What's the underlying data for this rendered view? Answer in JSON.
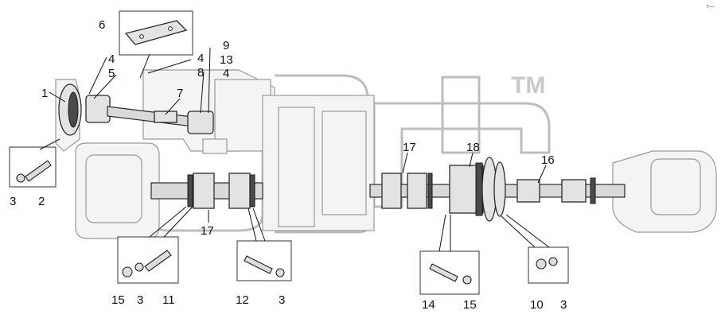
{
  "watermark": "TM",
  "corner_mark": "r—",
  "callouts": [
    {
      "id": "c1",
      "text": "1"
    },
    {
      "id": "c2",
      "text": "2"
    },
    {
      "id": "c3a",
      "text": "3"
    },
    {
      "id": "c4a",
      "text": "4"
    },
    {
      "id": "c5",
      "text": "5"
    },
    {
      "id": "c6",
      "text": "6"
    },
    {
      "id": "c4b",
      "text": "4"
    },
    {
      "id": "c8",
      "text": "8"
    },
    {
      "id": "c9",
      "text": "9"
    },
    {
      "id": "c13",
      "text": "13"
    },
    {
      "id": "c4c",
      "text": "4"
    },
    {
      "id": "c7",
      "text": "7"
    },
    {
      "id": "c17a",
      "text": "17"
    },
    {
      "id": "c15a",
      "text": "15"
    },
    {
      "id": "c3b",
      "text": "3"
    },
    {
      "id": "c11",
      "text": "11"
    },
    {
      "id": "c12",
      "text": "12"
    },
    {
      "id": "c3c",
      "text": "3"
    },
    {
      "id": "c17b",
      "text": "17"
    },
    {
      "id": "c18",
      "text": "18"
    },
    {
      "id": "c16",
      "text": "16"
    },
    {
      "id": "c14",
      "text": "14"
    },
    {
      "id": "c15b",
      "text": "15"
    },
    {
      "id": "c10",
      "text": "10"
    },
    {
      "id": "c3d",
      "text": "3"
    }
  ]
}
